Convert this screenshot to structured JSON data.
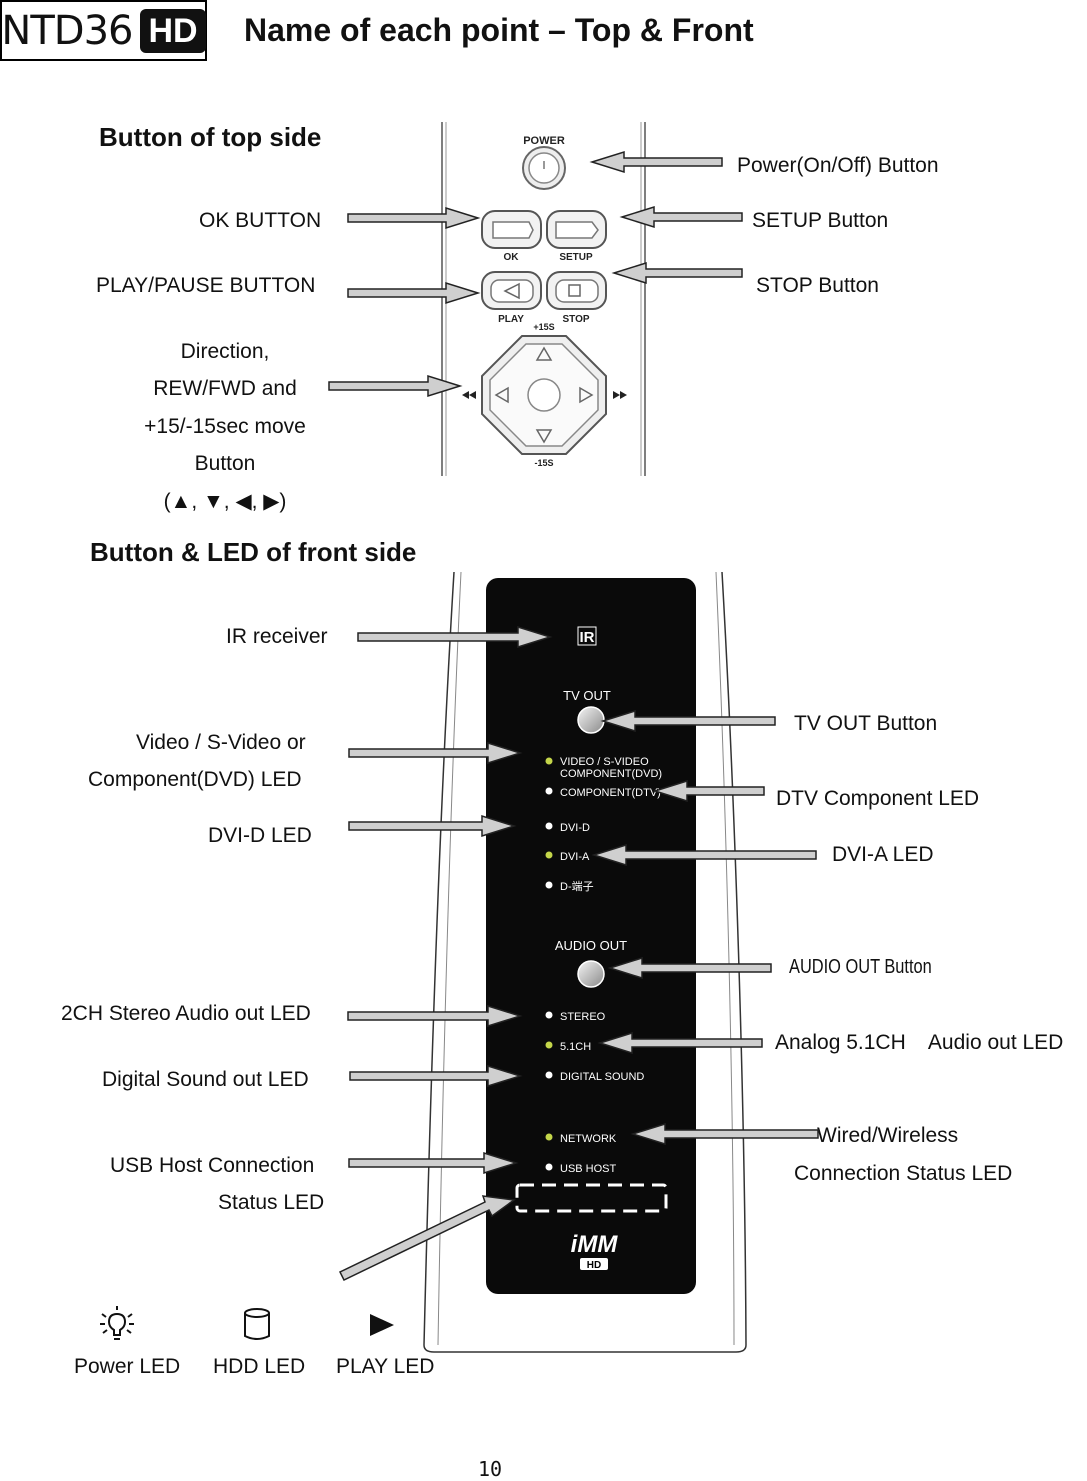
{
  "header": {
    "logo_text": "NTD36",
    "logo_badge": "HD",
    "title": "Name of each point – Top & Front"
  },
  "top_section": {
    "heading": "Button of top side",
    "labels": {
      "power": "Power(On/Off) Button",
      "ok": "OK BUTTON",
      "setup": "SETUP Button",
      "play_pause": "PLAY/PAUSE BUTTON",
      "stop": "STOP Button",
      "direction_lines": [
        "Direction,",
        "REW/FWD and",
        "+15/-15sec move",
        "Button",
        "(▲, ▼, ◀, ▶)"
      ]
    },
    "device_text": {
      "power": "POWER",
      "ok": "OK",
      "setup": "SETUP",
      "play": "PLAY",
      "stop": "STOP",
      "plus15": "+15S",
      "minus15": "-15S"
    }
  },
  "front_section": {
    "heading": "Button & LED of front side",
    "labels": {
      "ir": "IR receiver",
      "tv_out": "TV OUT Button",
      "video_lines": [
        "Video / S-Video or",
        "Component(DVD) LED"
      ],
      "dtv": "DTV Component LED",
      "dvid": "DVI-D LED",
      "dvia": "DVI-A LED",
      "audio_out": "AUDIO OUT Button",
      "stereo": "2CH Stereo Audio out LED",
      "analog": "Analog 5.1CH    Audio out LED",
      "digital": "Digital Sound out LED",
      "wired_lines": [
        "Wired/Wireless",
        "Connection Status LED"
      ],
      "usb_lines": [
        "USB Host Connection",
        "Status LED"
      ]
    },
    "device_text": {
      "ir": "IR",
      "tv_out": "TV OUT",
      "video1": "VIDEO / S-VIDEO",
      "video2": "COMPONENT(DVD)",
      "dtv": "COMPONENT(DTV)",
      "dvid": "DVI-D",
      "dvia": "DVI-A",
      "dterm": "D-端子",
      "audio_out": "AUDIO OUT",
      "stereo": "STEREO",
      "ch51": "5.1CH",
      "digital": "DIGITAL SOUND",
      "network": "NETWORK",
      "usb": "USB HOST",
      "brand": "iMM",
      "brand_badge": "HD"
    }
  },
  "legend": {
    "power": "Power LED",
    "hdd": "HDD LED",
    "play": "PLAY LED",
    "icons": [
      "bulb-icon",
      "hdd-icon",
      "play-icon"
    ]
  },
  "page_number": "10",
  "colors": {
    "led_active": "#c4d64a",
    "led_idle": "#ffffff",
    "device_body": "#0a0a0a",
    "arrow_fill": "#cfcfcf"
  }
}
